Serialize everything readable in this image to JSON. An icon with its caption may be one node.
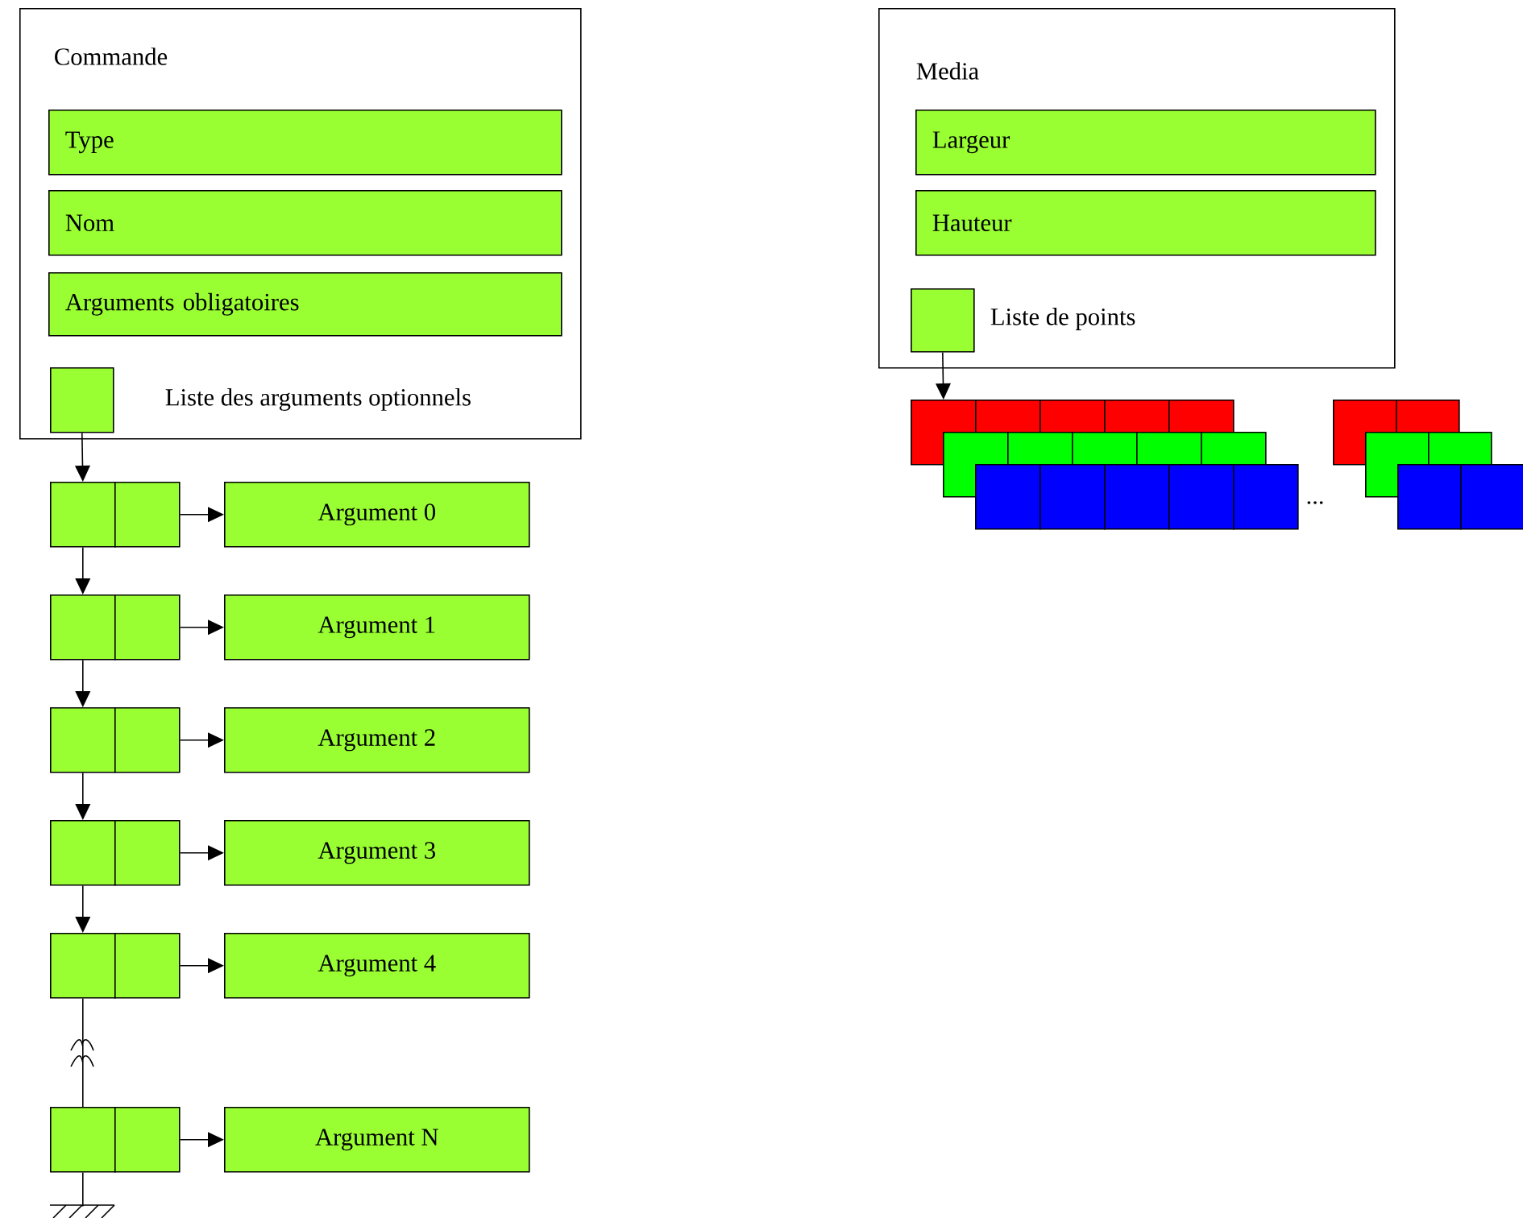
{
  "diagram": {
    "nodes": [
      {
        "text": [
          "Commande"
        ]
      },
      {
        "text": [
          "Type"
        ],
        "in": 0
      },
      {
        "text": [
          "Nom"
        ],
        "in": 0
      },
      {
        "text": [
          "Arguments obligatoires"
        ],
        "in": 0
      },
      {
        "text": [],
        "shape": "box",
        "in": 0,
        "beside": [
          "Liste des arguments optionnels"
        ]
      },
      {
        "text": [],
        "shape": "box"
      },
      {
        "text": [],
        "shape": "box"
      },
      {
        "text": [
          "Argument 0"
        ]
      },
      {
        "text": [],
        "shape": "box"
      },
      {
        "text": [],
        "shape": "box"
      },
      {
        "text": [
          "Argument 1"
        ]
      },
      {
        "text": [],
        "shape": "box"
      },
      {
        "text": [],
        "shape": "box"
      },
      {
        "text": [
          "Argument 2"
        ]
      },
      {
        "text": [],
        "shape": "box"
      },
      {
        "text": [],
        "shape": "box"
      },
      {
        "text": [
          "Argument 3"
        ]
      },
      {
        "text": [],
        "shape": "box"
      },
      {
        "text": [],
        "shape": "box"
      },
      {
        "text": [
          "Argument 4"
        ]
      },
      {
        "text": [],
        "shape": "box"
      },
      {
        "text": [],
        "shape": "box"
      },
      {
        "text": [
          "Argument N"
        ]
      },
      {
        "text": [
          "Media"
        ]
      },
      {
        "text": [
          "Largeur"
        ],
        "in": 23
      },
      {
        "text": [
          "Hauteur"
        ],
        "in": 23
      },
      {
        "text": [],
        "shape": "box",
        "in": 23,
        "beside": [
          "Liste de points"
        ]
      },
      {
        "text": [],
        "shape": "box"
      },
      {
        "text": [],
        "shape": "box"
      },
      {
        "text": [],
        "shape": "box"
      },
      {
        "text": [],
        "shape": "box"
      },
      {
        "text": [],
        "shape": "box"
      },
      {
        "text": [],
        "shape": "box"
      },
      {
        "text": [],
        "shape": "box"
      },
      {
        "text": [],
        "shape": "box"
      },
      {
        "text": [],
        "shape": "box"
      },
      {
        "text": [],
        "shape": "box"
      },
      {
        "text": [],
        "shape": "box"
      },
      {
        "text": [],
        "shape": "box"
      },
      {
        "text": [],
        "shape": "box"
      },
      {
        "text": [],
        "shape": "box"
      },
      {
        "text": [],
        "shape": "box"
      },
      {
        "text": [],
        "shape": "box"
      },
      {
        "text": [],
        "shape": "box"
      },
      {
        "text": [],
        "shape": "box"
      },
      {
        "text": [],
        "shape": "box"
      },
      {
        "text": [],
        "shape": "box"
      },
      {
        "text": [],
        "shape": "box"
      }
    ],
    "edges": [
      {
        "from": 4,
        "to": 5,
        "arrow": "to"
      },
      {
        "from": 5,
        "to": 8,
        "arrow": "to"
      },
      {
        "from": 8,
        "to": 11,
        "arrow": "to"
      },
      {
        "from": 11,
        "to": 14,
        "arrow": "to"
      },
      {
        "from": 14,
        "to": 17,
        "arrow": "to"
      },
      {
        "from": 17,
        "to": 20,
        "arrow": "none"
      },
      {
        "from": 20,
        "to": null,
        "arrow": "none"
      },
      {
        "from": 6,
        "to": 7,
        "arrow": "to"
      },
      {
        "from": 9,
        "to": 10,
        "arrow": "to"
      },
      {
        "from": 12,
        "to": 13,
        "arrow": "to"
      },
      {
        "from": 15,
        "to": 16,
        "arrow": "to"
      },
      {
        "from": 18,
        "to": 19,
        "arrow": "to"
      },
      {
        "from": 21,
        "to": 22,
        "arrow": "to"
      },
      {
        "from": 26,
        "to": 27,
        "arrow": "to"
      }
    ],
    "labels": [
      "..."
    ]
  }
}
